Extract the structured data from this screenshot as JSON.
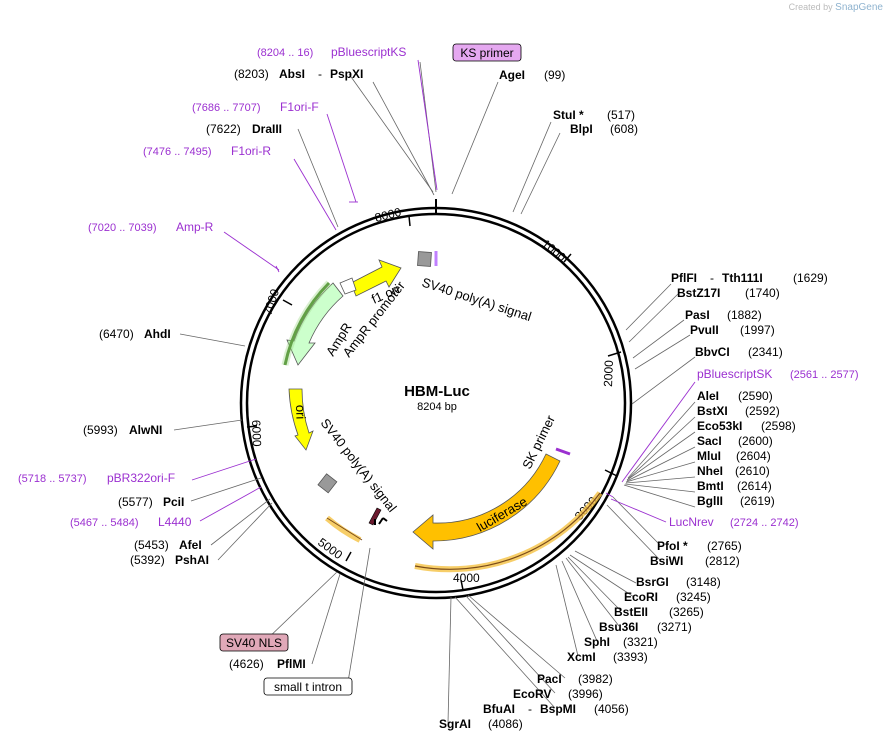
{
  "plasmid": {
    "name": "HBM-Luc",
    "size": "8204 bp"
  },
  "credit": {
    "prefix": "Created by",
    "brand": "SnapGene"
  },
  "ticks": [
    "1000",
    "2000",
    "3000",
    "4000",
    "5000",
    "6000",
    "7000",
    "8000"
  ],
  "features": [
    {
      "id": "f1-ori",
      "label": "f1 ori",
      "color": "#ffff00"
    },
    {
      "id": "ampr-promoter",
      "label": "AmpR promoter",
      "color": "#ffffff"
    },
    {
      "id": "ampr",
      "label": "AmpR",
      "color": "#ccffcc"
    },
    {
      "id": "ori",
      "label": "ori",
      "color": "#ffff00"
    },
    {
      "id": "sv40-polya-1",
      "label": "SV40 poly(A) signal",
      "color": "#999999"
    },
    {
      "id": "sv40-polya-2",
      "label": "SV40 poly(A) signal",
      "color": "#999999"
    },
    {
      "id": "luciferase",
      "label": "luciferase",
      "color": "#ffc000"
    },
    {
      "id": "sk-primer",
      "label": "SK primer",
      "color": "#cc99ff"
    }
  ],
  "sites": [
    {
      "name": "AgeI",
      "pos": "(99)"
    },
    {
      "name": "StuI *",
      "pos": "(517)"
    },
    {
      "name": "BlpI",
      "pos": "(608)"
    },
    {
      "name": "PflFI",
      "name2": "Tth111I",
      "pos": "(1629)"
    },
    {
      "name": "BstZ17I",
      "pos": "(1740)"
    },
    {
      "name": "PasI",
      "pos": "(1882)"
    },
    {
      "name": "PvuII",
      "pos": "(1997)"
    },
    {
      "name": "BbvCI",
      "pos": "(2341)"
    },
    {
      "name": "AleI",
      "pos": "(2590)"
    },
    {
      "name": "BstXI",
      "pos": "(2592)"
    },
    {
      "name": "Eco53kI",
      "pos": "(2598)"
    },
    {
      "name": "SacI",
      "pos": "(2600)"
    },
    {
      "name": "MluI",
      "pos": "(2604)"
    },
    {
      "name": "NheI",
      "pos": "(2610)"
    },
    {
      "name": "BmtI",
      "pos": "(2614)"
    },
    {
      "name": "BglII",
      "pos": "(2619)"
    },
    {
      "name": "PfoI *",
      "pos": "(2765)"
    },
    {
      "name": "BsiWI",
      "pos": "(2812)"
    },
    {
      "name": "BsrGI",
      "pos": "(3148)"
    },
    {
      "name": "EcoRI",
      "pos": "(3245)"
    },
    {
      "name": "BstEII",
      "pos": "(3265)"
    },
    {
      "name": "Bsu36I",
      "pos": "(3271)"
    },
    {
      "name": "SphI",
      "pos": "(3321)"
    },
    {
      "name": "XcmI",
      "pos": "(3393)"
    },
    {
      "name": "PacI",
      "pos": "(3982)"
    },
    {
      "name": "EcoRV",
      "pos": "(3996)"
    },
    {
      "name": "BfuAI",
      "name2": "BspMI",
      "pos": "(4056)"
    },
    {
      "name": "SgrAI",
      "pos": "(4086)"
    },
    {
      "name": "PflMI",
      "pos": "(4626)"
    },
    {
      "name": "AfeI",
      "pos": "(5453)"
    },
    {
      "name": "PshAI",
      "pos": "(5392)"
    },
    {
      "name": "PciI",
      "pos": "(5577)"
    },
    {
      "name": "AlwNI",
      "pos": "(5993)"
    },
    {
      "name": "AhdI",
      "pos": "(6470)"
    },
    {
      "name": "DraIII",
      "pos": "(7622)"
    },
    {
      "name": "AbsI",
      "name2": "PspXI",
      "pos": "(8203)"
    }
  ],
  "primers": [
    {
      "name": "pBluescriptKS",
      "range": "(8204 .. 16)"
    },
    {
      "name": "F1ori-F",
      "range": "(7686 .. 7707)"
    },
    {
      "name": "F1ori-R",
      "range": "(7476 .. 7495)"
    },
    {
      "name": "Amp-R",
      "range": "(7020 .. 7039)"
    },
    {
      "name": "pBluescriptSK",
      "range": "(2561 .. 2577)"
    },
    {
      "name": "LucNrev",
      "range": "(2724 .. 2742)"
    },
    {
      "name": "pBR322ori-F",
      "range": "(5718 .. 5737)"
    },
    {
      "name": "L4440",
      "range": "(5467 .. 5484)"
    }
  ],
  "boxes": {
    "ks_primer": "KS primer",
    "sv40_nls": "SV40 NLS",
    "small_t_intron": "small t intron"
  }
}
